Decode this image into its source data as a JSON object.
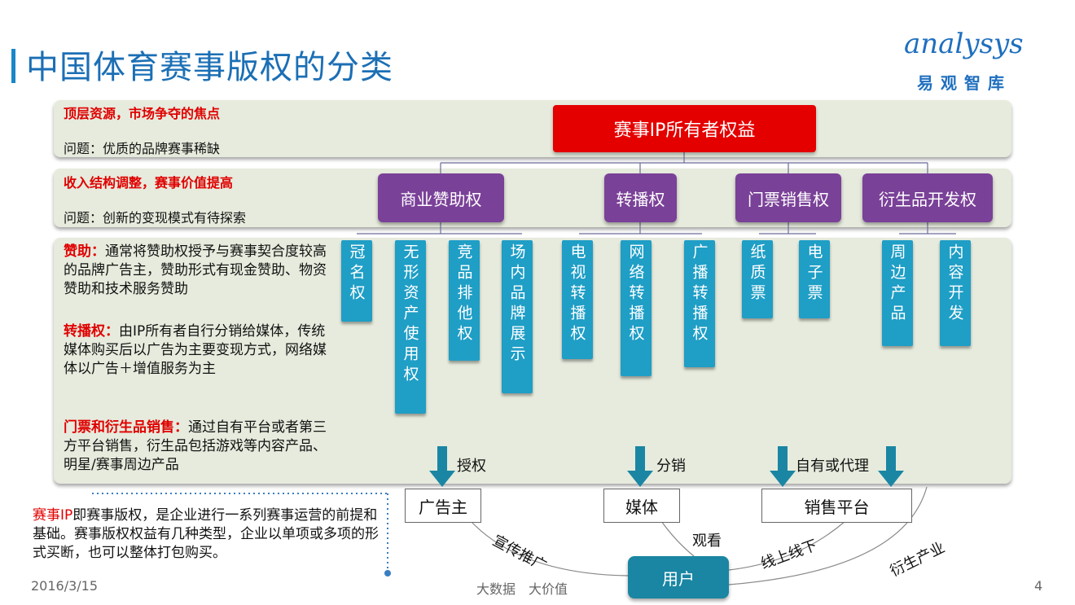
{
  "title": "中国体育赛事版权的分类",
  "logo": {
    "en": "analysys",
    "cn": "易观智库"
  },
  "bands": [
    {
      "headline": "顶层资源，市场争夺的焦点",
      "question": "问题：优质的品牌赛事稀缺"
    },
    {
      "headline": "收入结构调整，赛事价值提高",
      "question": "问题：创新的变现模式有待探索"
    }
  ],
  "descriptions": [
    {
      "label": "赞助：",
      "text": "通常将赞助权授予与赛事契合度较高的品牌广告主，赞助形式有现金赞助、物资赞助和技术服务赞助"
    },
    {
      "label": "转播权：",
      "text": "由IP所有者自行分销给媒体，传统媒体购买后以广告为主要变现方式，网络媒体以广告＋增值服务为主"
    },
    {
      "label": "门票和衍生品销售：",
      "text": "通过自有平台或者第三方平台销售，衍生品包括游戏等内容产品、明星/赛事周边产品"
    }
  ],
  "root": "赛事IP所有者权益",
  "categories": [
    "商业赞助权",
    "转播权",
    "门票销售权",
    "衍生品开发权"
  ],
  "subitems": [
    "冠名权",
    "无形资产使用权",
    "竞品排他权",
    "场内品牌展示",
    "电视转播权",
    "网络转播权",
    "广播转播权",
    "纸质票",
    "电子票",
    "周边产品",
    "内容开发"
  ],
  "arrow_labels": [
    "授权",
    "分销",
    "自有或代理"
  ],
  "channels": [
    "广告主",
    "媒体",
    "销售平台"
  ],
  "user": "用户",
  "flow_labels": [
    "宣传推广",
    "观看",
    "线上线下",
    "衍生产业"
  ],
  "note": {
    "highlight": "赛事IP",
    "text": "即赛事版权，是企业进行一系列赛事运营的前提和基础。赛事版权权益有几种类型，企业以单项或多项的形式买断，也可以整体打包购买。"
  },
  "footer": {
    "date": "2016/3/15",
    "slogan": "大数据　大价值",
    "page": "4"
  },
  "colors": {
    "title": "#1b6fb5",
    "red": "#e50000",
    "purple": "#7a4198",
    "teal": "#1f9ec6",
    "user": "#1a86a3",
    "band": "#e6ebdd"
  }
}
